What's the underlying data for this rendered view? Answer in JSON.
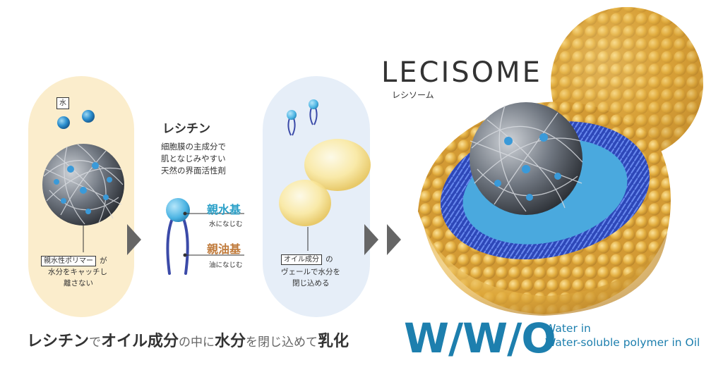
{
  "left_panel": {
    "water_label": "水",
    "polymer_label": "親水性ポリマー",
    "polymer_suffix": "が",
    "polymer_line2": "水分をキャッチし",
    "polymer_line3": "離さない"
  },
  "lecithin": {
    "title": "レシチン",
    "desc_line1": "細胞膜の主成分で",
    "desc_line2": "肌となじみやすい",
    "desc_line3": "天然の界面活性剤",
    "hydrophilic_label": "親水基",
    "hydrophilic_sub": "水になじむ",
    "lipophilic_label": "親油基",
    "lipophilic_sub": "油になじむ"
  },
  "oil_panel": {
    "oil_label": "オイル成分",
    "oil_suffix": "の",
    "oil_line2": "ヴェールで水分を",
    "oil_line3": "閉じ込める"
  },
  "brand": {
    "name": "LECISOME",
    "kana": "レシソーム"
  },
  "bottom_caption": {
    "p1": "レシチン",
    "p2": "で",
    "p3": "オイル成分",
    "p4": "の中に",
    "p5": "水分",
    "p6": "を閉じ込めて",
    "p7": "乳化"
  },
  "wwo": {
    "big": "W/W/O",
    "line1": "Water in",
    "line2": "Water-soluble polymer in Oil"
  },
  "colors": {
    "water_pill": "#fbedcc",
    "oil_pill": "#e6eef8",
    "accent_blue": "#1d7fae",
    "hydrophilic": "#2aa0c8",
    "lipophilic": "#c07a3a",
    "gold": "#e8b84a",
    "membrane_blue": "#3b5bd0"
  }
}
